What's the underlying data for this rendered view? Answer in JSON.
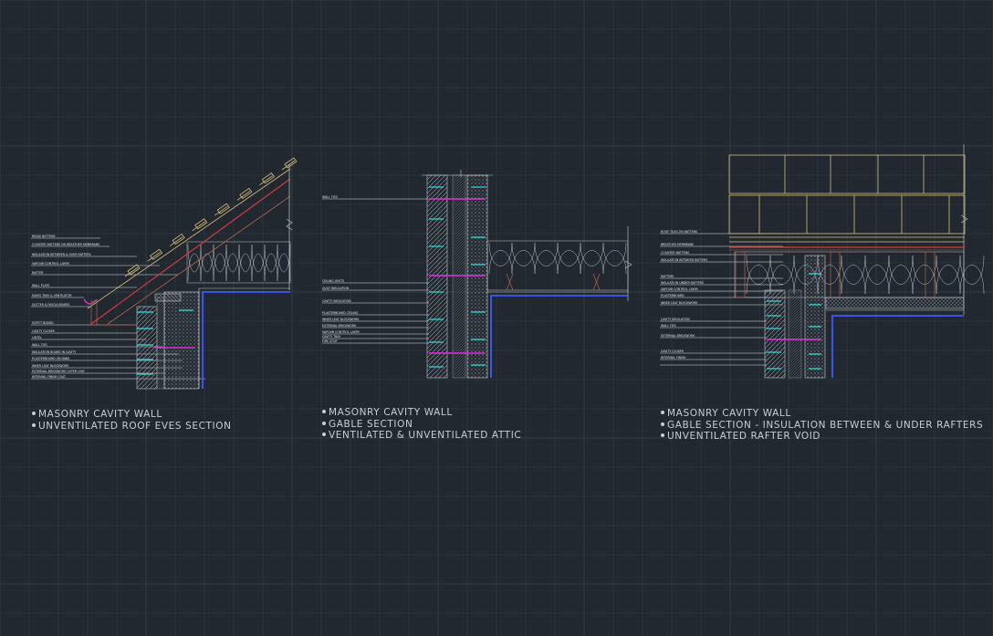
{
  "details": [
    {
      "id": "eaves",
      "title_lines": [
        "MASONRY CAVITY WALL",
        "UNVENTILATED ROOF EVES SECTION"
      ],
      "annotations": [
        "RIDGE BATTENS",
        "COUNTER BATTENS ON BREATHER MEMBRANE",
        "INSULATION BETWEEN & OVER RAFTERS",
        "VAPOUR CONTROL LAYER",
        "RAFTER",
        "WALL PLATE",
        "EAVES TRAY & VENTILATOR",
        "GUTTER & FASCIA BOARD",
        "SOFFIT BOARD",
        "CAVITY CLOSER",
        "LINTEL",
        "WALL TIES",
        "INSULATION BOARD IN CAVITY",
        "PLASTERBOARD ON DABS",
        "INNER LEAF BLOCKWORK",
        "EXTERNAL BRICKWORK OUTER LEAF",
        "INTERNAL FINISH COAT"
      ]
    },
    {
      "id": "gable",
      "title_lines": [
        "MASONRY CAVITY WALL",
        "GABLE SECTION",
        "VENTILATED & UNVENTILATED ATTIC"
      ],
      "annotations": [
        "WALL TIES",
        "CEILING JOISTS",
        "QUILT INSULATION",
        "CAVITY INSULATION",
        "PLASTERBOARD CEILING",
        "INNER LEAF BLOCKWORK",
        "EXTERNAL BRICKWORK",
        "VAPOUR CONTROL LAYER",
        "CAVITY TRAY",
        "FIRE STOP"
      ]
    },
    {
      "id": "rafters",
      "title_lines": [
        "MASONRY CAVITY WALL",
        "GABLE SECTION - INSULATION BETWEEN & UNDER RAFTERS",
        "UNVENTILATED RAFTER VOID"
      ],
      "annotations": [
        "ROOF TILES ON BATTENS",
        "BREATHER MEMBRANE",
        "COUNTER BATTENS",
        "INSULATION BETWEEN RAFTERS",
        "RAFTERS",
        "INSULATION UNDER RAFTERS",
        "VAPOUR CONTROL LAYER",
        "PLASTERBOARD",
        "INNER LEAF BLOCKWORK",
        "CAVITY INSULATION",
        "WALL TIES",
        "EXTERNAL BRICKWORK",
        "CAVITY CLOSER",
        "INTERNAL FINISH"
      ]
    }
  ],
  "colors": {
    "background": "#212830",
    "grid_minor": "#2a323b",
    "grid_major": "#343d47",
    "masonry": "#c8c8c8",
    "insulation": "#c4c4c4",
    "tile": "#d8c07a",
    "membrane": "#d23c3c",
    "timber": "#b5654a",
    "ties": "#2ee0e0",
    "vcl": "#3b5bff",
    "tie_highlight": "#e22ee0",
    "leader": "#dfe3e6",
    "brick_hatch": "#9aa0a6",
    "insulation_board": "#6f7478"
  }
}
